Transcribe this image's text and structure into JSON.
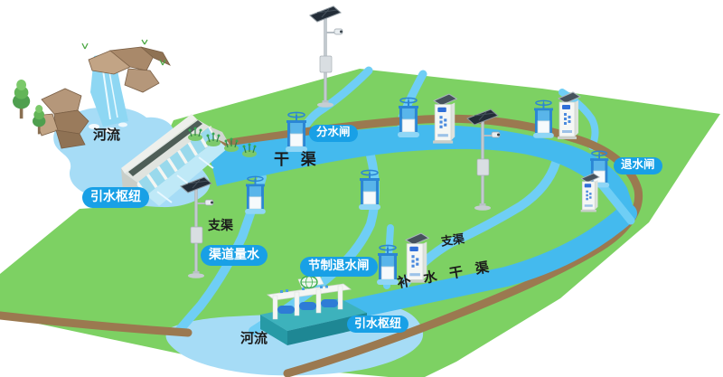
{
  "labels": {
    "river_top": "河流",
    "diversion_hub_top": "引水枢纽",
    "division_gate": "分水闸",
    "main_canal": "干 渠",
    "branch_canal_upper": "支渠",
    "channel_metering": "渠道量水",
    "control_drain_gate": "节制退水闸",
    "drain_gate": "退水闸",
    "branch_canal_lower": "支渠",
    "supply_canal": "补 水 干 渠",
    "diversion_hub_bottom": "引水枢纽",
    "river_bottom": "河流"
  },
  "colors": {
    "field_green": "#7DD163",
    "canal_blue": "#44BAEE",
    "stream_blue": "#6FCEF5",
    "river_blue": "#A6DCF6",
    "bank_brown": "#9B7950",
    "label_pill_blue": "#18A0E6",
    "label_text_dark": "#1B1B1B",
    "platform_teal": "#3DB2BC",
    "gate_blue": "#2B86D4",
    "cabinet_white": "#F5F7F5"
  },
  "icons": [
    "sluice-gate-icon",
    "telemetry-cabinet-icon",
    "solar-camera-pole-icon",
    "dam-icon",
    "intake-hub-icon",
    "waterfall-icon",
    "tree-icon",
    "bush-icon"
  ]
}
